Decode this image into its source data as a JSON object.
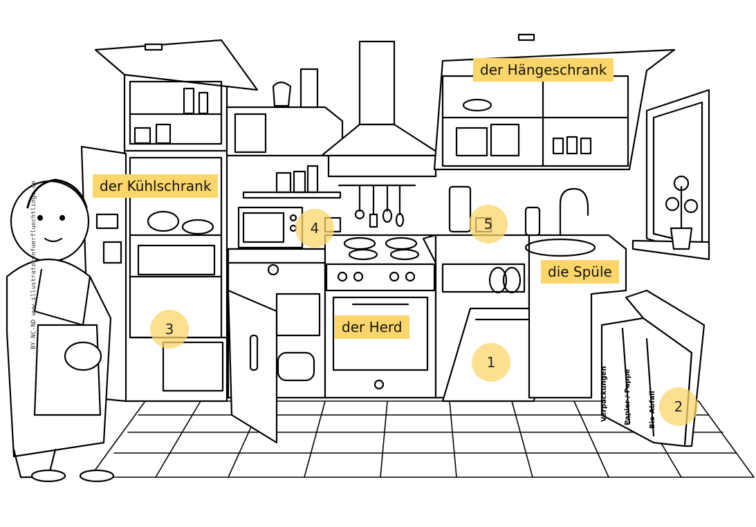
{
  "labels": {
    "haengeschrank": "der Hängeschrank",
    "kuehlschrank": "der Kühlschrank",
    "herd": "der Herd",
    "spuele": "die Spüle"
  },
  "numbers": [
    "1",
    "2",
    "3",
    "4",
    "5"
  ],
  "bin": {
    "label_1": "Verpackungen",
    "label_2": "Papier / Pappe",
    "label_3": "Bio-Abfall"
  },
  "credit": "BY-NC-ND www.illustratorenfuerfluechtlinge.de",
  "colors": {
    "highlight": "#fcd66a",
    "line": "#000000"
  }
}
